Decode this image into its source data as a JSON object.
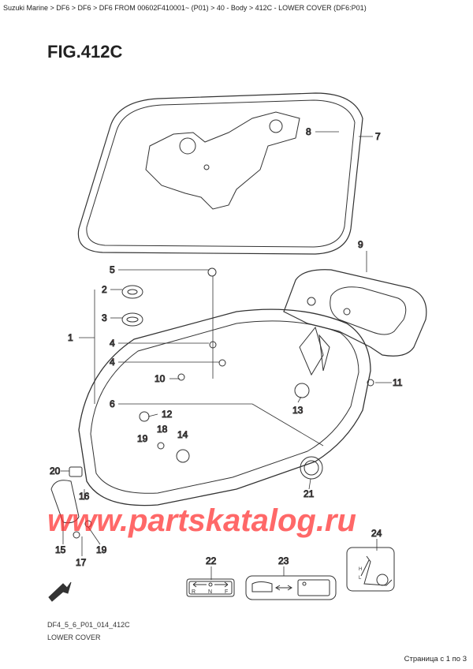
{
  "breadcrumb": "Suzuki Marine > DF6 > DF6 > DF6 FROM 00602F410001~ (P01) > 40 - Body > 412C - LOWER COVER (DF6:P01)",
  "figure_title": "FIG.412C",
  "drawing_code": "DF4_5_6_P01_014_412C",
  "caption": "LOWER COVER",
  "pagination": "Страница с 1 по 3",
  "watermark": "www.partskatalog.ru",
  "callouts": [
    "1",
    "2",
    "3",
    "4",
    "4",
    "5",
    "6",
    "7",
    "8",
    "9",
    "10",
    "11",
    "12",
    "13",
    "14",
    "15",
    "16",
    "17",
    "18",
    "19",
    "19",
    "20",
    "21",
    "22",
    "23",
    "24"
  ],
  "shift_label": {
    "r": "R",
    "n": "N",
    "f": "F"
  },
  "oil_label": {
    "h": "H",
    "l": "L"
  },
  "colors": {
    "callout": "#c0282d",
    "watermark": "#ff2828",
    "line": "#333333"
  }
}
